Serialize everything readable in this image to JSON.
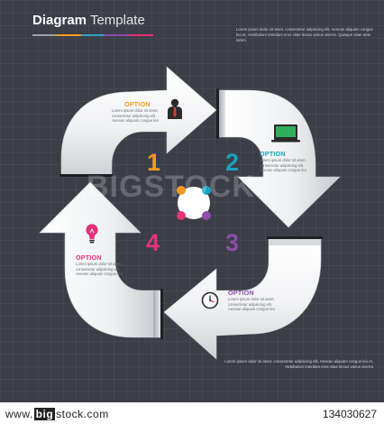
{
  "header": {
    "title_bold": "Diagram",
    "title_light": "Template",
    "rule_colors": [
      "#9aa0aa",
      "#f39a1e",
      "#2fa6c4",
      "#8e4dab",
      "#e4317b"
    ],
    "lorem": "Lorem ipsum dolor sit amet, consectetur adipiscing elit. Aenean aliquam congue leo et, Vestibulum interdum eros vitae lectus varius viverra. Quisque vitae ante lorem."
  },
  "steps": [
    {
      "number": "1",
      "label": "OPTION",
      "text": "Lorem ipsum dolor sit amet, consectetur adipiscing elit. Aenean aliquam congue leo",
      "icon": "businessman-icon",
      "number_color": "#f39a1e"
    },
    {
      "number": "2",
      "label": "OPTION",
      "text": "Lorem ipsum dolor sit amet, consectetur adipiscing elit. Aenean aliquam congue leo",
      "icon": "monitor-icon",
      "number_color": "#1aa3c1"
    },
    {
      "number": "3",
      "label": "OPTION",
      "text": "Lorem ipsum dolor sit amet, consectetur adipiscing elit. Aenean aliquam congue leo",
      "icon": "clock-icon",
      "number_color": "#8e4dab"
    },
    {
      "number": "4",
      "label": "OPTION",
      "text": "Lorem ipsum dolor sit amet, consectetur adipiscing elit. Aenean aliquam congue leo",
      "icon": "lightbulb-icon",
      "number_color": "#e4317b"
    }
  ],
  "center": {
    "dot_colors": [
      "#f39a1e",
      "#1aa3c1",
      "#8e4dab",
      "#e4317b"
    ]
  },
  "footer_lorem": "Lorem ipsum dolor sit amet, consectetur adipiscing elit. Aenean aliquam congue leo et, Vestibulum interdum eros vitae lectus varius viverra",
  "watermark": "BIGSTOCK",
  "footer": {
    "site_pre": "www.",
    "site_big": "big",
    "site_stock": "stock",
    "site_post": ".com",
    "image_id": "134030627"
  }
}
